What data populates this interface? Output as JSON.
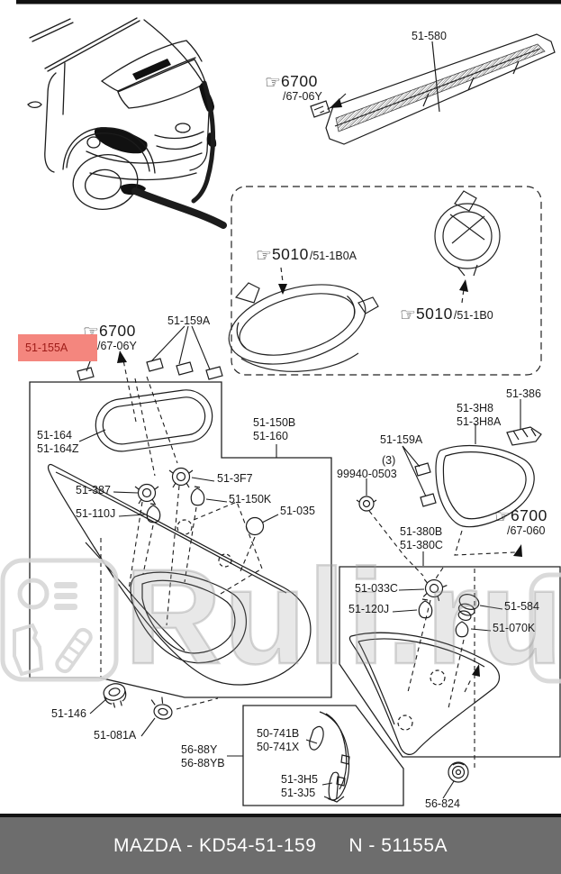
{
  "page": {
    "footer": {
      "brand_part": "MAZDA - KD54-51-159",
      "ref_number": "N - 51155A"
    },
    "watermark": "Ruli.ru",
    "highlight": {
      "code": "51-155A",
      "bg_color": "#f4867e",
      "text_color": "#9e1b17"
    },
    "colors": {
      "footer_bg": "#6d6d6d",
      "footer_text": "#ffffff",
      "line": "#1c1c1c"
    },
    "icons": {
      "pointing_hand": "☞"
    },
    "labels": {
      "brake_lamp": "51-580",
      "ref_6700_top": {
        "code": "6700",
        "section": "/67-06Y"
      },
      "ref_5010_a": {
        "code": "5010",
        "section": "/51-1B0A"
      },
      "ref_5010_b": {
        "code": "5010",
        "section": "/51-1B0"
      },
      "clip_159a_left": "51-159A",
      "ref_6700_left": {
        "code": "6700",
        "section": "/67-06Y"
      },
      "gasket_164": {
        "l1": "51-164",
        "l2": "51-164Z"
      },
      "lamp_outer": {
        "l1": "51-150B",
        "l2": "51-160"
      },
      "socket_3f7": "51-3F7",
      "socket_387": "51-387",
      "bulb_150k": "51-150K",
      "bulb_110j": "51-110J",
      "cap_035": "51-035",
      "gasket_3h8": {
        "l1": "51-3H8",
        "l2": "51-3H8A"
      },
      "bracket_386": "51-386",
      "clip_159a_right": "51-159A",
      "nut_99940": {
        "qty": "(3)",
        "code": "99940-0503"
      },
      "ref_6700_right": {
        "code": "6700",
        "section": "/67-060"
      },
      "lamp_inner": {
        "l1": "51-380B",
        "l2": "51-380C"
      },
      "socket_033c": "51-033C",
      "bulb_120j": "51-120J",
      "socket_584": "51-584",
      "bulb_070k": "51-070K",
      "socket_146": "51-146",
      "socket_081a": "51-081A",
      "bracket_5688": {
        "l1": "56-88Y",
        "l2": "56-88YB"
      },
      "stay_50741": {
        "l1": "50-741B",
        "l2": "50-741X"
      },
      "strip_3h5": {
        "l1": "51-3H5",
        "l2": "51-3J5"
      },
      "grommet_824": "56-824"
    }
  }
}
